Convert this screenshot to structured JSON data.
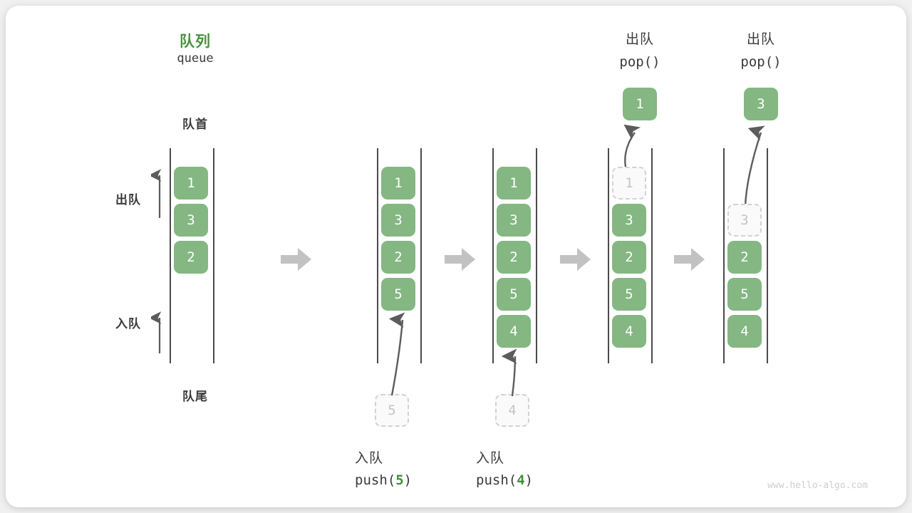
{
  "meta": {
    "watermark": "www.hello-algo.com",
    "accent_green": "#4b9141",
    "cell_green": "#84b782",
    "ghost_gray": "#c4c4c4",
    "arrow_gray": "#c2c2c2",
    "rail_gray": "#4a4a4a"
  },
  "legend": {
    "title_cn": "队列",
    "title_en": "queue",
    "front_label": "队首",
    "rear_label": "队尾",
    "dequeue_label": "出队",
    "enqueue_label": "入队"
  },
  "stages": [
    {
      "id": "initial",
      "cells": [
        "1",
        "3",
        "2"
      ],
      "ghost_index": -1,
      "caption_cn": "",
      "caption_code_prefix": "",
      "caption_code_num": "",
      "caption_code_suffix": "",
      "popped": "",
      "pop_label_cn": "",
      "pop_label_code": ""
    },
    {
      "id": "push-5",
      "cells": [
        "1",
        "3",
        "2",
        "5"
      ],
      "ghost_index": -1,
      "incoming": "5",
      "caption_cn": "入队",
      "caption_code_prefix": "push(",
      "caption_code_num": "5",
      "caption_code_suffix": ")",
      "popped": "",
      "pop_label_cn": "",
      "pop_label_code": ""
    },
    {
      "id": "push-4",
      "cells": [
        "1",
        "3",
        "2",
        "5",
        "4"
      ],
      "ghost_index": -1,
      "incoming": "4",
      "caption_cn": "入队",
      "caption_code_prefix": "push(",
      "caption_code_num": "4",
      "caption_code_suffix": ")",
      "popped": "",
      "pop_label_cn": "",
      "pop_label_code": ""
    },
    {
      "id": "pop-1",
      "cells": [
        "1",
        "3",
        "2",
        "5",
        "4"
      ],
      "ghost_index": 0,
      "incoming": "",
      "caption_cn": "",
      "caption_code_prefix": "",
      "caption_code_num": "",
      "caption_code_suffix": "",
      "popped": "1",
      "pop_label_cn": "出队",
      "pop_label_code": "pop()"
    },
    {
      "id": "pop-3",
      "cells": [
        "3",
        "2",
        "5",
        "4"
      ],
      "ghost_index": 0,
      "incoming": "",
      "caption_cn": "",
      "caption_code_prefix": "",
      "caption_code_num": "",
      "caption_code_suffix": "",
      "popped": "3",
      "pop_label_cn": "出队",
      "pop_label_code": "pop()"
    }
  ]
}
